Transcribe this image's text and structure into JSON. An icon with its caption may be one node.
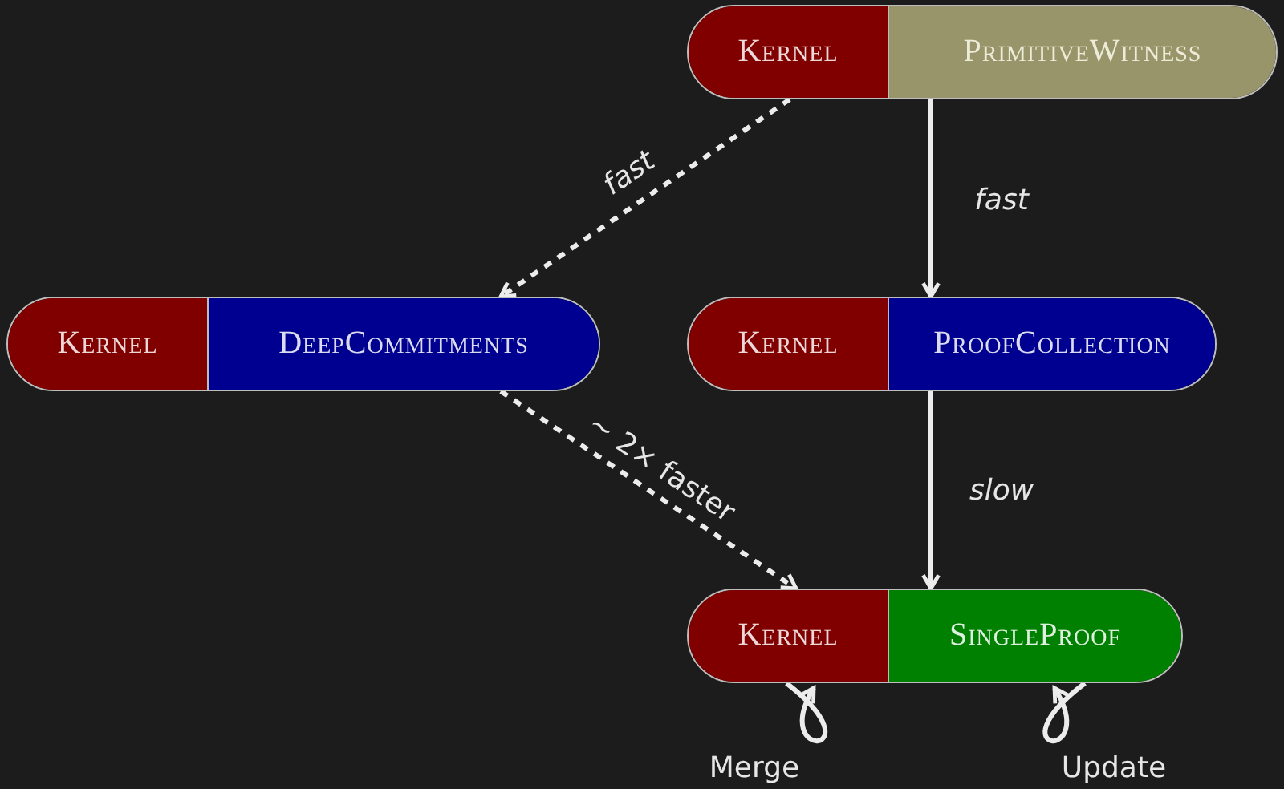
{
  "diagram": {
    "nodes": [
      {
        "text": [
          "Kernel",
          "PrimitiveWitness"
        ]
      },
      {
        "text": [
          "Kernel",
          "DeepCommitments"
        ]
      },
      {
        "text": [
          "Kernel",
          "ProofCollection"
        ]
      },
      {
        "text": [
          "Kernel",
          "SingleProof"
        ]
      }
    ],
    "edges": [
      {
        "from": 0,
        "to": 1,
        "arrow": "to",
        "label": "fast",
        "style": "dashed"
      },
      {
        "from": 0,
        "to": 2,
        "arrow": "to",
        "label": "fast"
      },
      {
        "from": 1,
        "to": 3,
        "arrow": "to",
        "label": "∼ 2× faster",
        "style": "dashed"
      },
      {
        "from": 2,
        "to": 3,
        "arrow": "to",
        "label": "slow"
      },
      {
        "from": 3,
        "to": 3,
        "arrow": "to",
        "label": "Merge"
      },
      {
        "from": 3,
        "to": 3,
        "arrow": "to",
        "label": "Update"
      }
    ]
  }
}
